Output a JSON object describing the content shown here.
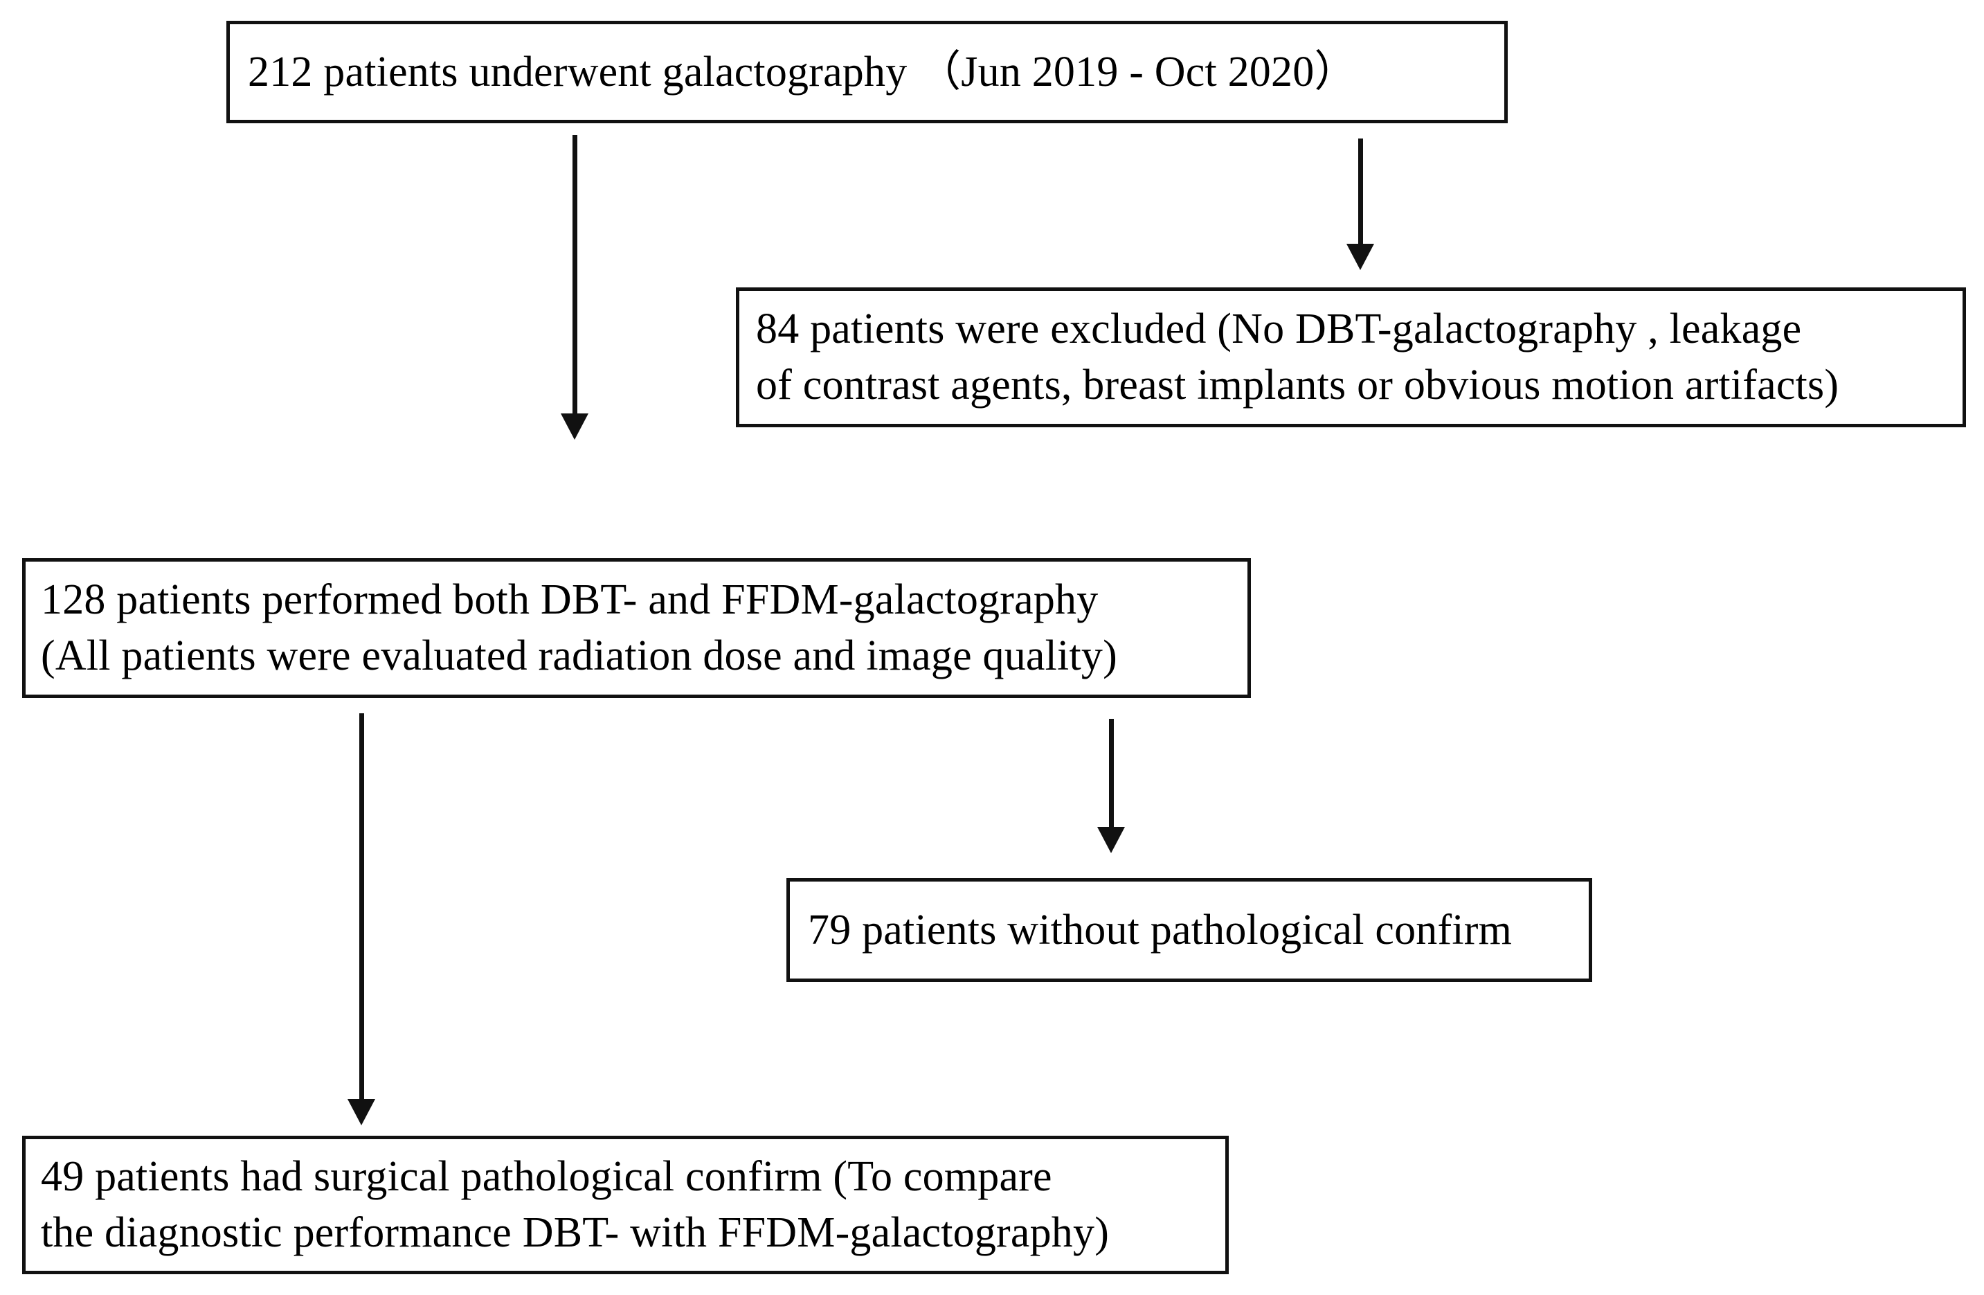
{
  "diagram": {
    "type": "flowchart",
    "title": "Patient enrollment flow for DBT- and FFDM-galactography study",
    "background_color": "#ffffff",
    "line_color": "#111111",
    "text_color": "#000000",
    "nodes": [
      {
        "id": "enrolled",
        "text": "212 patients underwent galactography  （Jun 2019 - Oct 2020）",
        "count": 212,
        "period": "Jun 2019 - Oct 2020"
      },
      {
        "id": "excluded",
        "text": "84 patients were excluded (No DBT-galactography , leakage\nof contrast agents, breast implants or obvious motion artifacts)",
        "count": 84
      },
      {
        "id": "both-modality",
        "text": "128 patients performed both DBT- and FFDM-galactography\n(All patients were evaluated radiation dose and image quality)",
        "count": 128
      },
      {
        "id": "no-pathology",
        "text": "79 patients without pathological confirm",
        "count": 79
      },
      {
        "id": "surgical",
        "text": "49 patients had surgical pathological confirm (To compare\nthe diagnostic performance DBT- with FFDM-galactography)",
        "count": 49
      }
    ],
    "edges": [
      {
        "id": "enrolled-to-both",
        "from": "enrolled",
        "to": "both-modality",
        "style": "solid-arrow-down"
      },
      {
        "id": "enrolled-to-excluded",
        "from": "enrolled",
        "to": "excluded",
        "style": "solid-arrow-down"
      },
      {
        "id": "both-to-nopath",
        "from": "both-modality",
        "to": "no-pathology",
        "style": "solid-arrow-down"
      },
      {
        "id": "both-to-surgical",
        "from": "both-modality",
        "to": "surgical",
        "style": "solid-arrow-down"
      }
    ]
  }
}
